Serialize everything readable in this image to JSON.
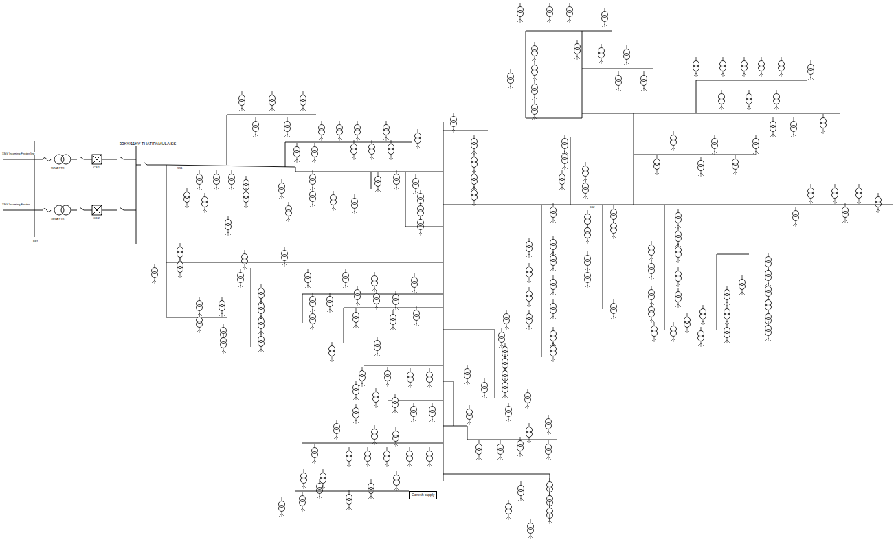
{
  "diagram": {
    "title": "33KV/11KV THATIPAMULA SS",
    "nodes": [
      {
        "text": [
          "Ganesh supply"
        ]
      }
    ],
    "edges": [],
    "labels": [
      "33kV Incoming Feeder line",
      "33kV Incoming Feeder",
      "5MVA PTR",
      "5MVA PTR",
      "CB 1",
      "CB 2",
      "SS1",
      "SS2",
      "BB1"
    ]
  }
}
